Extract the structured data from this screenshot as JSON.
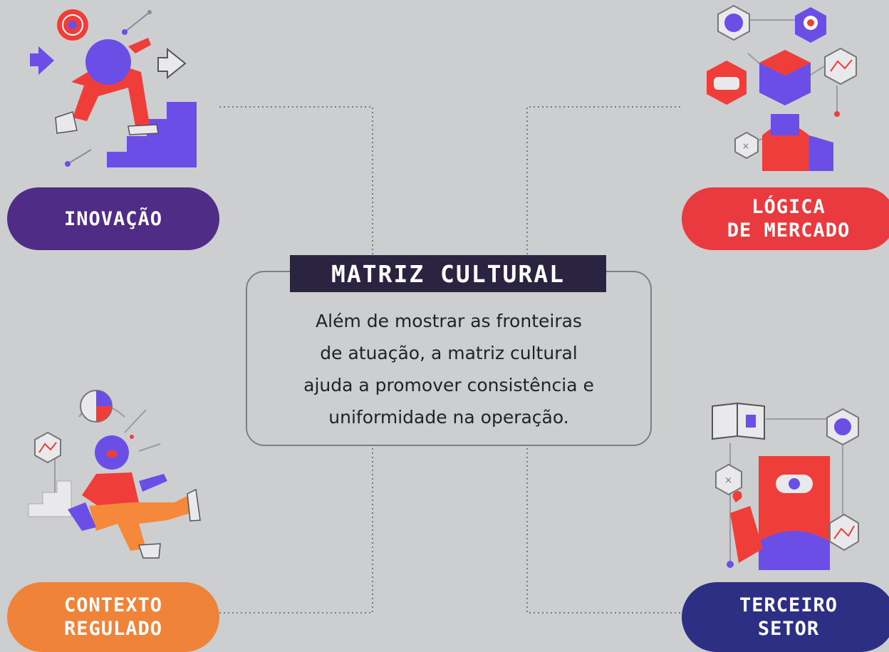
{
  "title": "MATRIZ CULTURAL",
  "description_lines": [
    "Além de mostrar as fronteiras",
    "de atuação, a matriz cultural",
    "ajuda a promover consistência e",
    "uniformidade na operação."
  ],
  "quadrants": {
    "inovacao": {
      "lines": [
        "INOVAÇÃO"
      ],
      "color": "#4f2d86"
    },
    "logica": {
      "lines": [
        "LÓGICA",
        "DE MERCADO"
      ],
      "color": "#e83a3f"
    },
    "contexto": {
      "lines": [
        "CONTEXTO",
        "REGULADO"
      ],
      "color": "#f0833a"
    },
    "terceiro": {
      "lines": [
        "TERCEIRO",
        "SETOR"
      ],
      "color": "#2d2f84"
    }
  },
  "colors": {
    "background": "#cdced0",
    "title_bg": "#2b2440",
    "purple": "#6b4ee6",
    "red": "#ef3e3a",
    "orange": "#f5883a",
    "dark_purple": "#2d2f84"
  }
}
